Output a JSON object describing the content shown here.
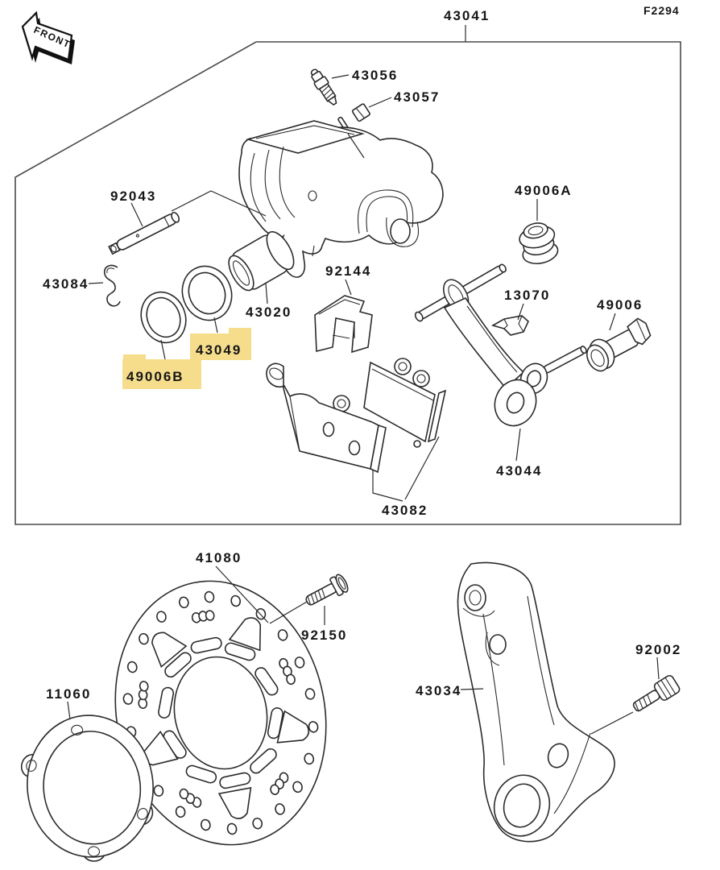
{
  "page": {
    "ref_code": "F2294",
    "front_label": "FRONT"
  },
  "labels": {
    "p43041": "43041",
    "p43056": "43056",
    "p43057": "43057",
    "p92043": "92043",
    "p43084": "43084",
    "p43020": "43020",
    "p43049": "43049",
    "p49006B": "49006B",
    "p92144": "92144",
    "p49006A": "49006A",
    "p13070": "13070",
    "p49006": "49006",
    "p43044": "43044",
    "p43082": "43082",
    "p41080": "41080",
    "p92150": "92150",
    "p11060": "11060",
    "p43034": "43034",
    "p92002": "92002"
  },
  "highlight": {
    "color": "#f5dd8c",
    "text_color": "#7c7251",
    "highlighted_parts": [
      "43049",
      "49006B"
    ]
  }
}
